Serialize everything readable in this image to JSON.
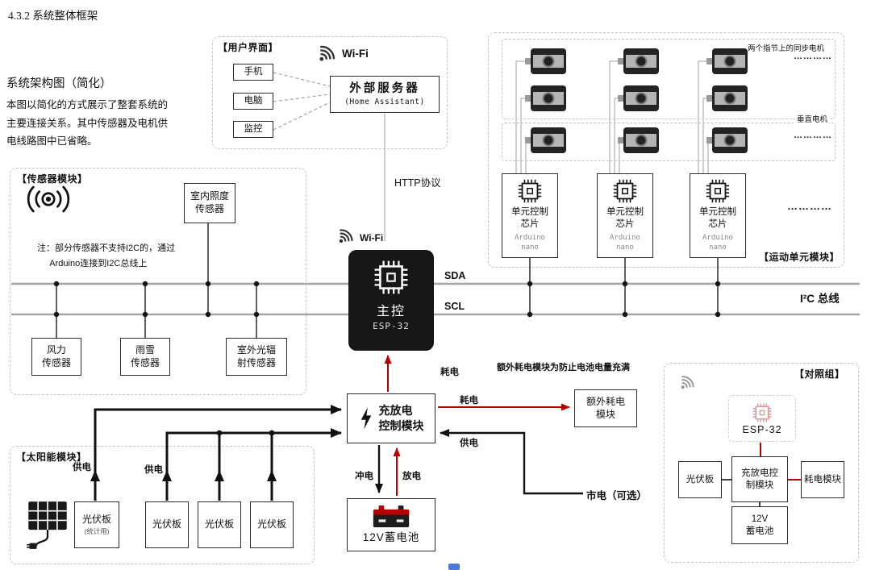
{
  "page": {
    "section_title": "4.3.2 系统整体框架"
  },
  "intro": {
    "heading": "系统架构图（简化）",
    "body": "本图以简化的方式展示了整套系统的\n主要连接关系。其中传感器及电机供\n电线路图中已省略。"
  },
  "ui_module": {
    "label": "【用户界面】",
    "items": [
      {
        "label": "手机"
      },
      {
        "label": "电脑"
      },
      {
        "label": "监控"
      }
    ],
    "wifi_label": "Wi-Fi",
    "server": {
      "title": "外部服务器",
      "subtitle": "(Home Assistant)"
    }
  },
  "links": {
    "http_label": "HTTP协议"
  },
  "main_controller": {
    "wifi_label": "Wi-Fi",
    "title": "主控",
    "subtitle": "ESP-32"
  },
  "bus": {
    "sda": "SDA",
    "scl": "SCL",
    "label": "I²C 总线"
  },
  "sensor_module": {
    "label": "【传感器模块】",
    "indoor_sensor": "室内照度\n传感器",
    "note": "注：部分传感器不支持I2C的，通过\n     Arduino连接到I2C总线上",
    "sensors": [
      {
        "label": "风力\n传感器"
      },
      {
        "label": "雨雪\n传感器"
      },
      {
        "label": "室外光辐\n射传感器"
      }
    ]
  },
  "motion_module": {
    "label": "【运动单元模块】",
    "knuckle_motors_label": "两个指节上的同步电机",
    "vertical_motors_label": "垂直电机",
    "ellipsis_row1": "…………",
    "ellipsis_row3": "…………",
    "ellipsis_chips": "…………",
    "chips": [
      {
        "title": "单元控制\n芯片",
        "subtitle": "Arduino\nnano"
      },
      {
        "title": "单元控制\n芯片",
        "subtitle": "Arduino\nnano"
      },
      {
        "title": "单元控制\n芯片",
        "subtitle": "Arduino\nnano"
      }
    ]
  },
  "power": {
    "charge_module": "充放电\n控制模块",
    "battery": "12V蓄电池",
    "extra_module": "额外耗电\n模块",
    "extra_note": "额外耗电模块为防止电池电量充满",
    "mains": "市电（可选）",
    "consume_main": "耗电",
    "consume_extra": "耗电",
    "supply_mains": "供电",
    "charge": "冲电",
    "discharge": "放电"
  },
  "solar_module": {
    "label": "【太阳能模块】",
    "supply_a": "供电",
    "supply_b": "供电",
    "panels": [
      {
        "label": "光伏板",
        "sub": "(统计用)"
      },
      {
        "label": "光伏板"
      },
      {
        "label": "光伏板"
      },
      {
        "label": "光伏板"
      }
    ]
  },
  "control_group": {
    "label": "【对照组】",
    "esp": "ESP-32",
    "pv": "光伏板",
    "charge_module": "充放电控\n制模块",
    "consumer": "耗电模块",
    "battery": "12V\n蓄电池"
  },
  "colors": {
    "consume_red": "#b40000",
    "supply_black": "#111111",
    "bus_gray": "#a6a6a6",
    "marker_blue": "#4a79d8"
  }
}
